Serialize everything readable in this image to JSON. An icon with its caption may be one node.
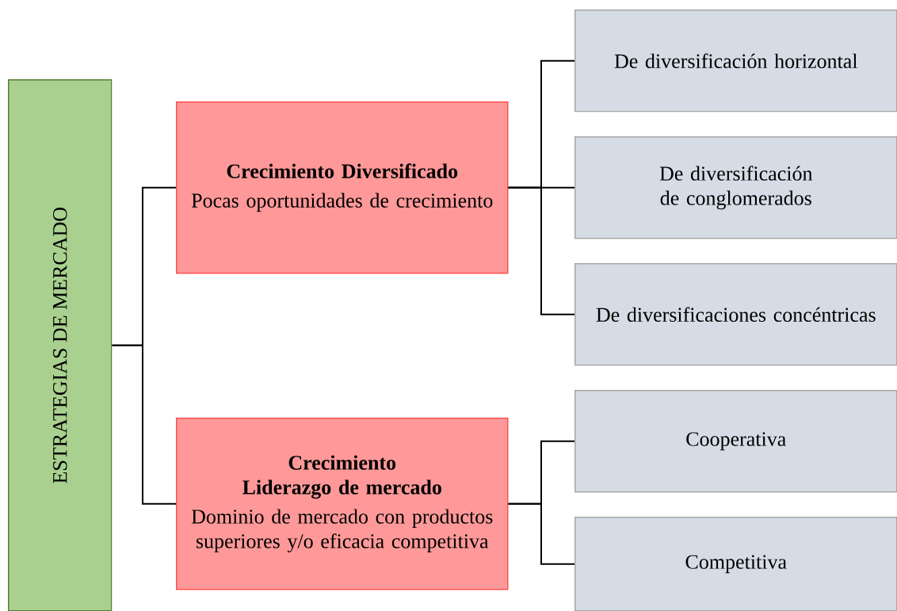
{
  "diagram": {
    "nodes": [
      {
        "text": [
          "ESTRATEGIAS DE MERCADO"
        ]
      },
      {
        "text": [
          "Crecimiento Diversificado",
          "Pocas oportunidades de crecimiento"
        ]
      },
      {
        "text": [
          "Crecimiento Liderazgo de mercado",
          "Dominio de mercado con productos superiores y/o eficacia competitiva"
        ]
      },
      {
        "text": [
          "De diversificación horizontal"
        ]
      },
      {
        "text": [
          "De diversificación de conglomerados"
        ]
      },
      {
        "text": [
          "De diversificaciones concéntricas"
        ]
      },
      {
        "text": [
          "Cooperativa"
        ]
      },
      {
        "text": [
          "Competitiva"
        ]
      }
    ],
    "edges": [
      {
        "from": 0,
        "to": 1,
        "arrow": "none"
      },
      {
        "from": 0,
        "to": 2,
        "arrow": "none"
      },
      {
        "from": 1,
        "to": 3,
        "arrow": "none"
      },
      {
        "from": 1,
        "to": 4,
        "arrow": "none"
      },
      {
        "from": 1,
        "to": 5,
        "arrow": "none"
      },
      {
        "from": 2,
        "to": 6,
        "arrow": "none"
      },
      {
        "from": 2,
        "to": 7,
        "arrow": "none"
      }
    ]
  }
}
